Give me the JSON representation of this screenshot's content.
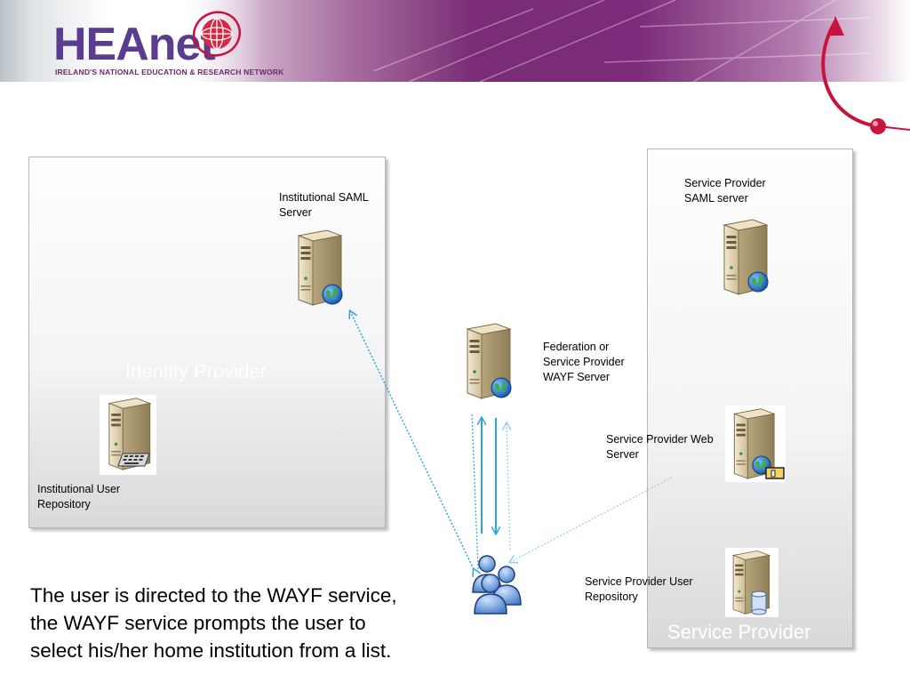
{
  "header": {
    "logo_text": "HEAnet",
    "logo_tagline": "IRELAND'S NATIONAL EDUCATION & RESEARCH NETWORK"
  },
  "identity_provider": {
    "title": "Identity Provider",
    "saml_server_label": "Institutional SAML\nServer",
    "user_repository_label": "Institutional User\nRepository"
  },
  "federation": {
    "wayf_server_label": "Federation or\nService Provider\nWAYF Server"
  },
  "service_provider": {
    "title": "Service Provider",
    "saml_server_label": "Service Provider\nSAML server",
    "web_server_label": "Service Provider Web\nServer",
    "user_repository_label": "Service Provider User\nRepository"
  },
  "caption": "The user is directed to the WAYF service,\nthe WAYF service prompts the user to\nselect his/her home institution from a list.",
  "colors": {
    "arrow_blue": "#2aa6d6",
    "arrow_light": "#8fd0e8",
    "logo_purple": "#5a3d8f",
    "banner_purple": "#7a2d76",
    "swoosh_red": "#c8143c"
  },
  "icons": {
    "server": "server-icon",
    "globe": "globe-icon",
    "users": "users-icon"
  }
}
